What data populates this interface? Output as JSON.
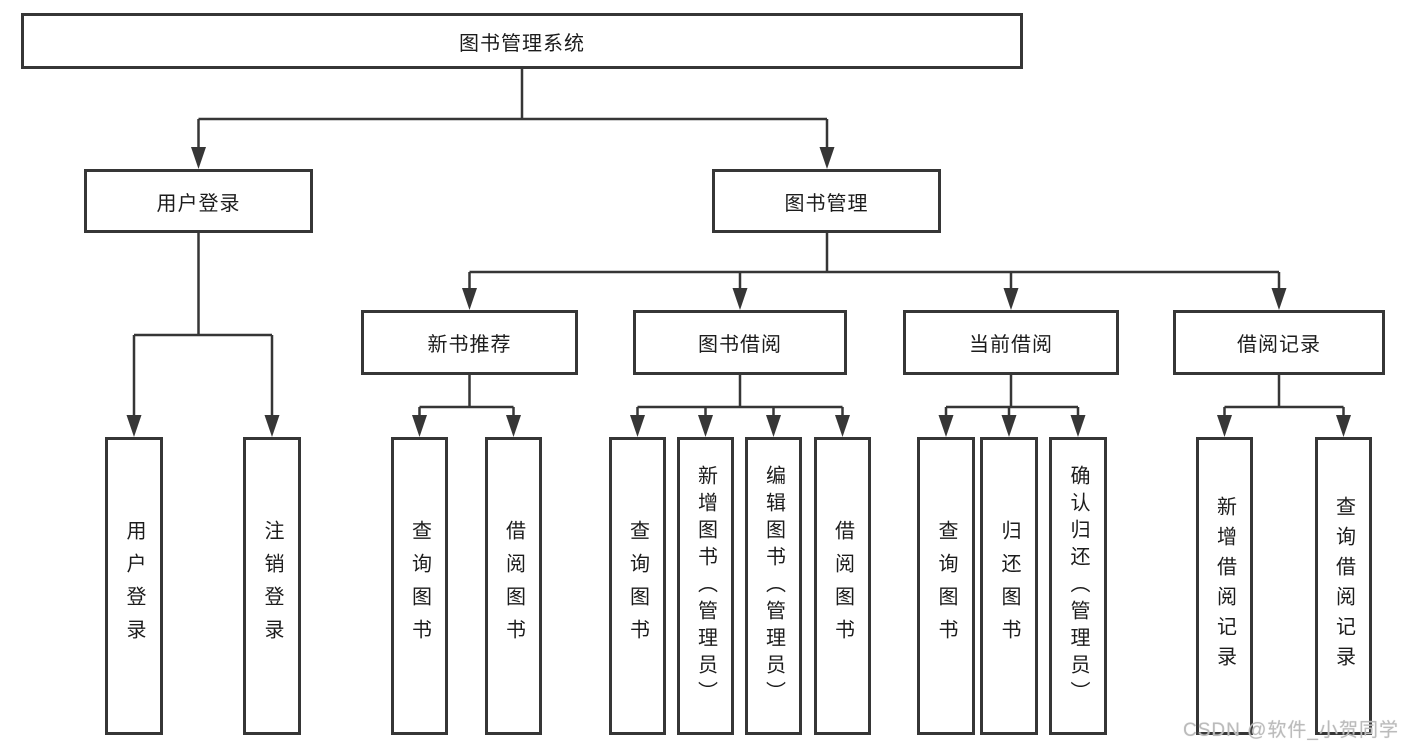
{
  "diagram_title": "图书管理系统",
  "nodes": {
    "root": {
      "label": "图书管理系统"
    },
    "level2": [
      {
        "label": "用户登录"
      },
      {
        "label": "图书管理"
      }
    ],
    "level3": [
      {
        "label": "新书推荐",
        "parent": "图书管理"
      },
      {
        "label": "图书借阅",
        "parent": "图书管理"
      },
      {
        "label": "当前借阅",
        "parent": "图书管理"
      },
      {
        "label": "借阅记录",
        "parent": "图书管理"
      }
    ],
    "leaves": [
      {
        "label": "用户登录",
        "parent": "用户登录"
      },
      {
        "label": "注销登录",
        "parent": "用户登录"
      },
      {
        "label": "查询图书",
        "parent": "新书推荐"
      },
      {
        "label": "借阅图书",
        "parent": "新书推荐"
      },
      {
        "label": "查询图书",
        "parent": "图书借阅"
      },
      {
        "label": "新增图书（管理员）",
        "parent": "图书借阅"
      },
      {
        "label": "编辑图书（管理员）",
        "parent": "图书借阅"
      },
      {
        "label": "借阅图书",
        "parent": "图书借阅"
      },
      {
        "label": "查询图书",
        "parent": "当前借阅"
      },
      {
        "label": "归还图书",
        "parent": "当前借阅"
      },
      {
        "label": "确认归还（管理员）",
        "parent": "当前借阅"
      },
      {
        "label": "新增借阅记录",
        "parent": "借阅记录"
      },
      {
        "label": "查询借阅记录",
        "parent": "借阅记录"
      }
    ]
  },
  "watermark": {
    "text": "CSDN @软件_小贺同学"
  },
  "colors": {
    "line": "#363636",
    "text": "#1c1c1c",
    "background": "#ffffff",
    "watermark": "#bbbbbb"
  }
}
